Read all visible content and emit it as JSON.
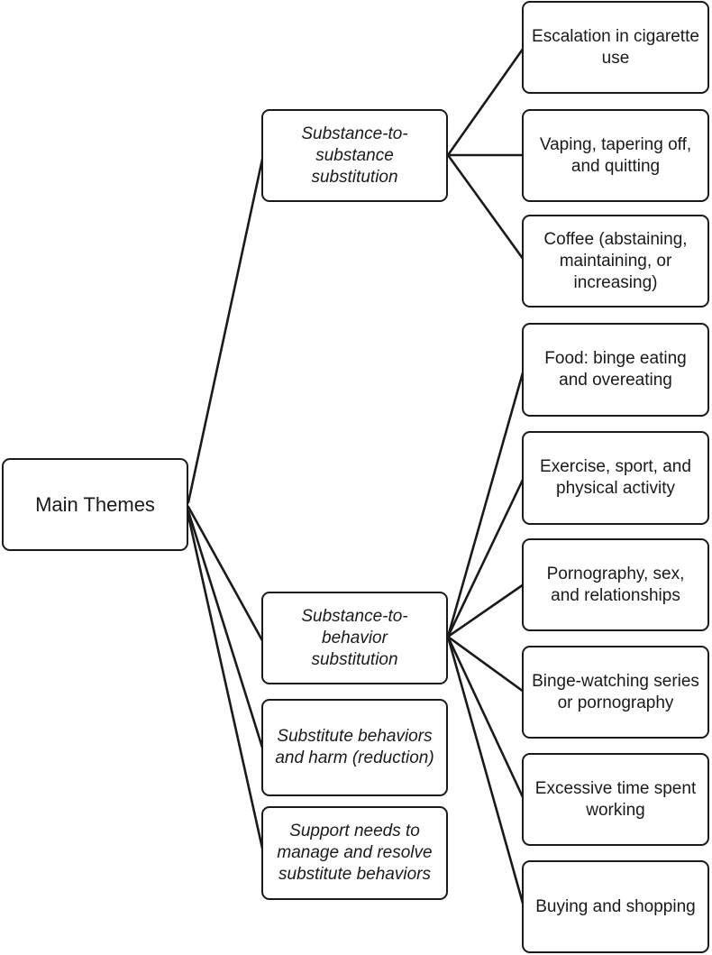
{
  "root": {
    "label": "Main Themes"
  },
  "themes": [
    {
      "label": "Substance-to-substance substitution"
    },
    {
      "label": "Substance-to-behavior substitution"
    },
    {
      "label": "Substitute behaviors and harm (reduction)"
    },
    {
      "label": "Support needs to manage and resolve substitute behaviors"
    }
  ],
  "subthemes_substance": [
    {
      "label": "Escalation in cigarette use"
    },
    {
      "label": "Vaping, tapering off, and quitting"
    },
    {
      "label": "Coffee (abstaining, maintaining, or increasing)"
    }
  ],
  "subthemes_behavior": [
    {
      "label": "Food: binge eating and overeating"
    },
    {
      "label": "Exercise, sport, and physical activity"
    },
    {
      "label": "Pornography, sex, and relationships"
    },
    {
      "label": "Binge-watching series or pornography"
    },
    {
      "label": "Excessive time spent working"
    },
    {
      "label": "Buying and shopping"
    }
  ]
}
